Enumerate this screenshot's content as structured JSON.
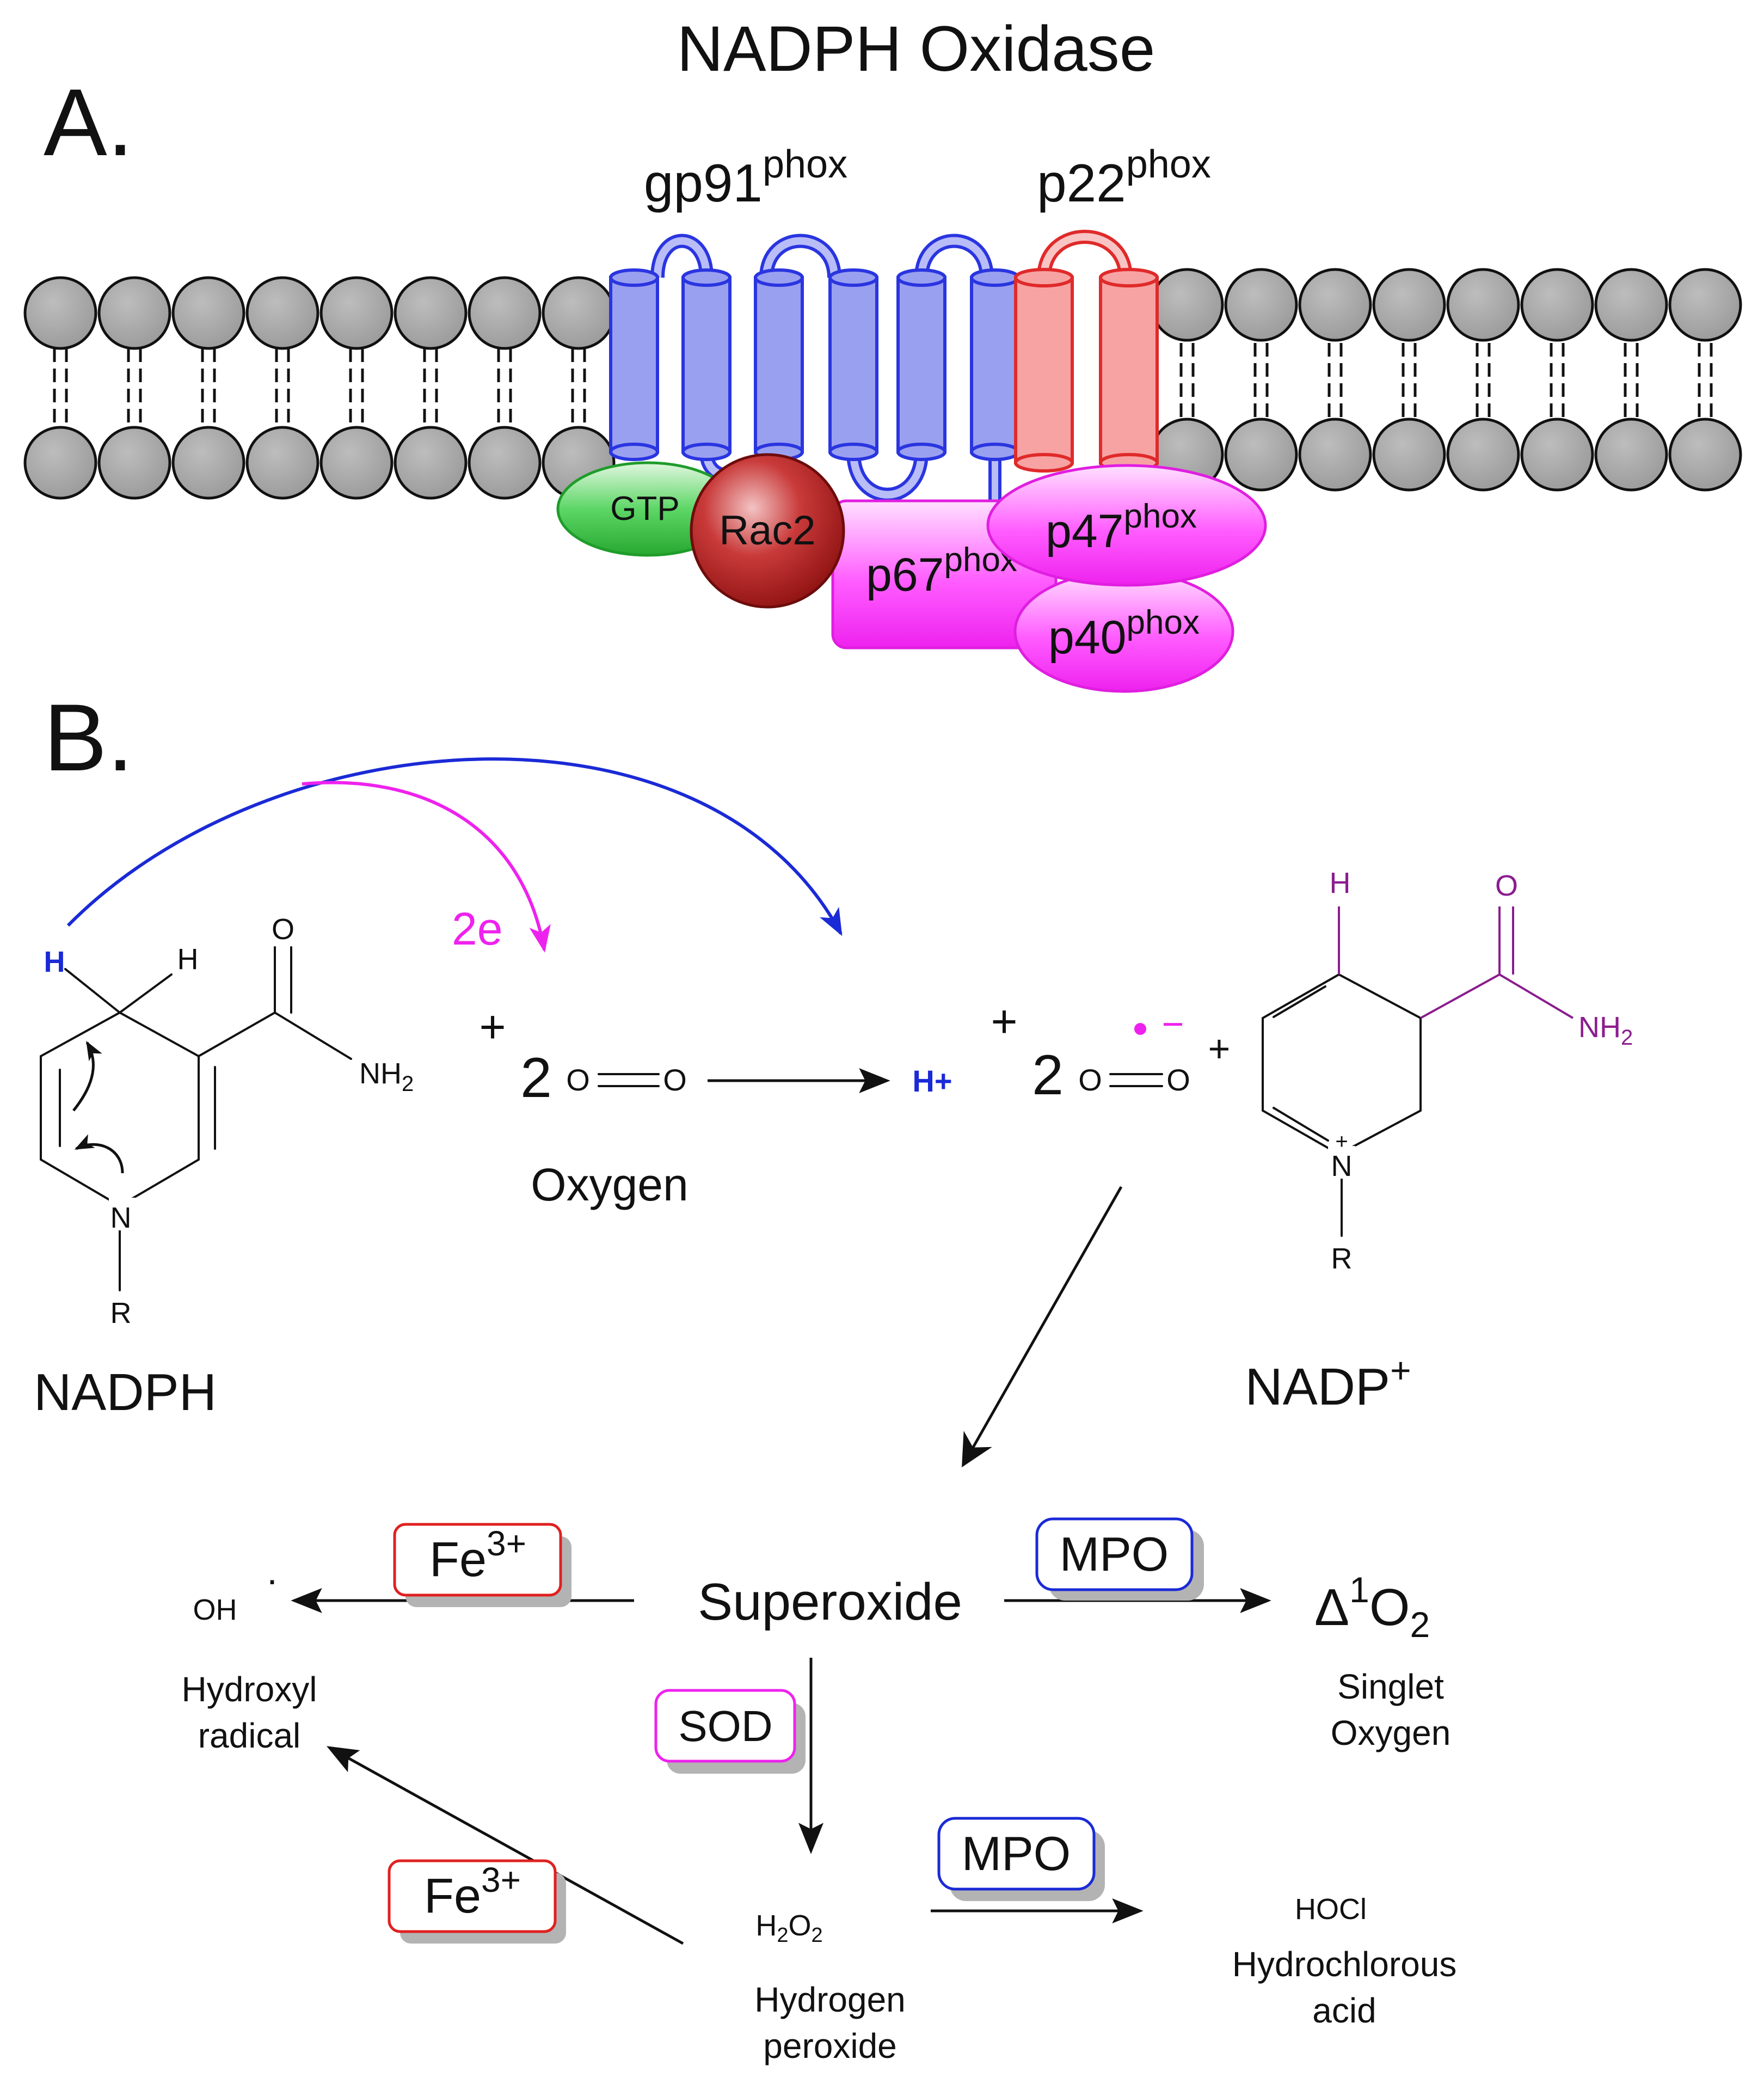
{
  "title": "NADPH Oxidase",
  "panel_a": {
    "label": "A.",
    "gp91": {
      "base": "gp91",
      "sup": "phox"
    },
    "p22": {
      "base": "p22",
      "sup": "phox"
    },
    "gtp": "GTP",
    "rac2": "Rac2",
    "p67": {
      "base": "p67",
      "sup": "phox"
    },
    "p47": {
      "base": "p47",
      "sup": "phox"
    },
    "p40": {
      "base": "p40",
      "sup": "phox"
    }
  },
  "panel_b": {
    "label": "B.",
    "two_e": "2e",
    "nadph": {
      "name": "NADPH",
      "h_moving": "H",
      "h_staying": "H",
      "o": "O",
      "nh2_base": "NH",
      "nh2_sub": "2",
      "n": "N",
      "r": "R"
    },
    "plus_1": "+",
    "coef_1": "2",
    "o2_reactant": {
      "o1": "O",
      "o2": "O",
      "name": "Oxygen"
    },
    "h_plus": "H+",
    "plus_2": "+",
    "coef_2": "2",
    "o2_product": {
      "o1": "O",
      "o2": "O",
      "charge": "−"
    },
    "plus_3": "+",
    "nadp": {
      "name_base": "NADP",
      "name_sup": "+",
      "h": "H",
      "o": "O",
      "nh2_base": "NH",
      "nh2_sub": "2",
      "n": "N",
      "n_charge": "+",
      "r": "R"
    },
    "superoxide": "Superoxide",
    "fe3_top": {
      "base": "Fe",
      "sup": "3+"
    },
    "fe3_bottom": {
      "base": "Fe",
      "sup": "3+"
    },
    "mpo_top": "MPO",
    "mpo_bottom": "MPO",
    "sod": "SOD",
    "hydroxyl": {
      "formula": "OH",
      "dot": "·",
      "name_line1": "Hydroxyl",
      "name_line2": "radical"
    },
    "singlet": {
      "delta": "Δ",
      "sup": "1",
      "o": "O",
      "sub": "2",
      "name_line1": "Singlet",
      "name_line2": "Oxygen"
    },
    "h2o2": {
      "h": "H",
      "sub1": "2",
      "o": "O",
      "sub2": "2",
      "name_line1": "Hydrogen",
      "name_line2": "peroxide"
    },
    "hocl": {
      "formula": "HOCl",
      "name_line1": "Hydrochlorous",
      "name_line2": "acid"
    }
  },
  "colors": {
    "gp91": "#9aa0f0",
    "gp91_stroke": "#2a35e0",
    "p22": "#f7a3a3",
    "p22_stroke": "#e02a2a",
    "lipid": "#a6a6a6",
    "gtp": "#3fc84a",
    "rac2": "#b51d1d",
    "phox": "#ff33ff",
    "blue_arrow": "#1a2ad6",
    "magenta_arrow": "#ee22ee",
    "nadp_purple": "#8a1d8f"
  }
}
